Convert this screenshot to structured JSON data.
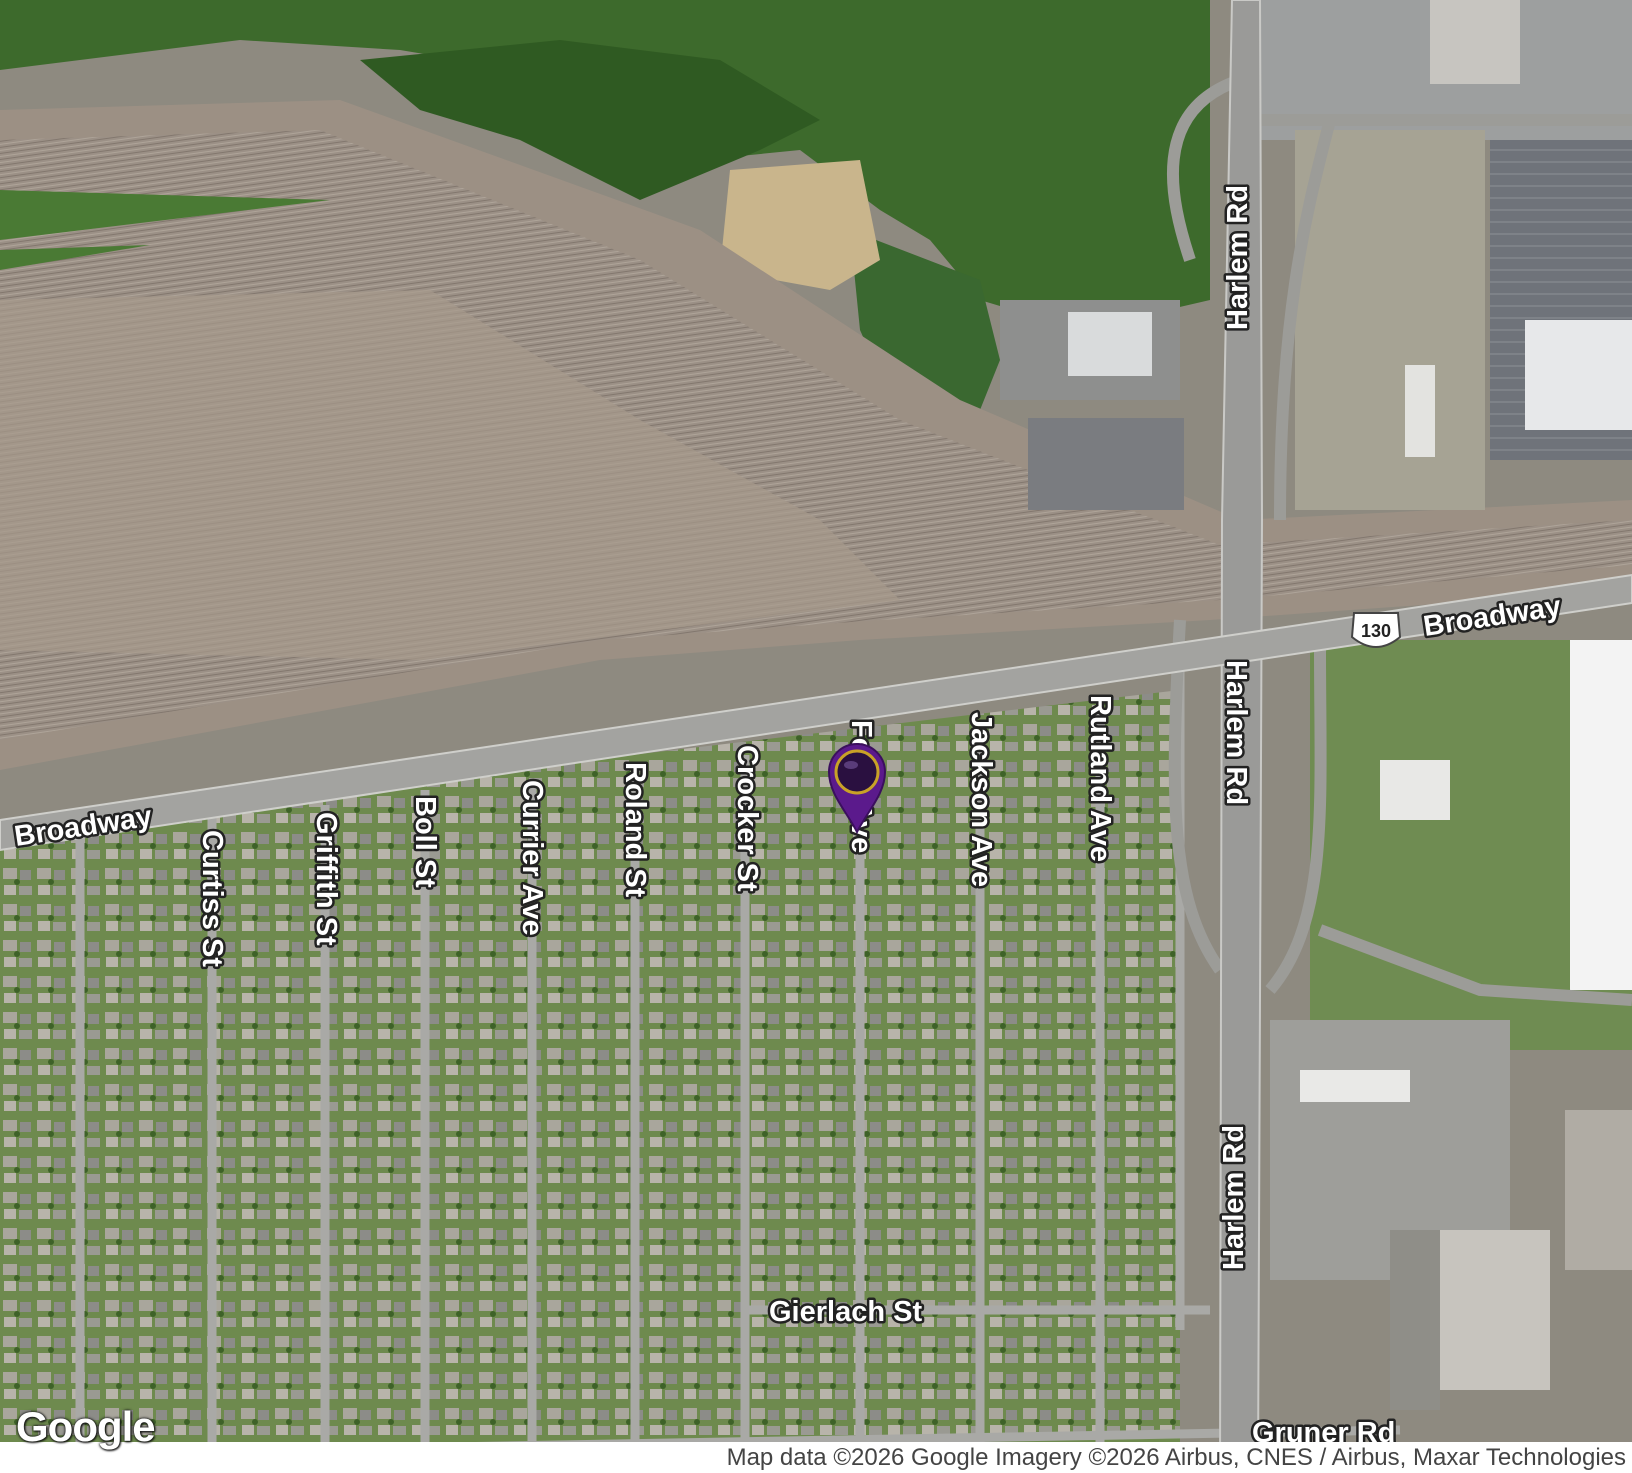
{
  "map": {
    "type": "satellite",
    "streets": {
      "broadway_west": "Broadway",
      "broadway_east": "Broadway",
      "route_shield": "130",
      "harlem_rd_north": "Harlem Rd",
      "harlem_rd_mid": "Harlem Rd",
      "harlem_rd_south": "Harlem Rd",
      "curtiss_st": "Curtiss St",
      "griffith_st": "Griffith St",
      "boll_st": "Boll St",
      "currier_ave": "Currier Ave",
      "roland_st": "Roland St",
      "crocker_st": "Crocker St",
      "ferris_ave": "Fe   s Ave",
      "jackson_ave": "Jackson Ave",
      "rutland_ave": "Rutland Ave",
      "gierlach_st": "Gierlach St",
      "gruner_rd": "Gruner Rd"
    },
    "marker": {
      "icon": "map-pin-icon",
      "color": "#5b1a8c"
    },
    "branding": {
      "logo": "Google"
    },
    "attribution": "Map data ©2026 Google Imagery ©2026 Airbus, CNES / Airbus, Maxar Technologies"
  }
}
